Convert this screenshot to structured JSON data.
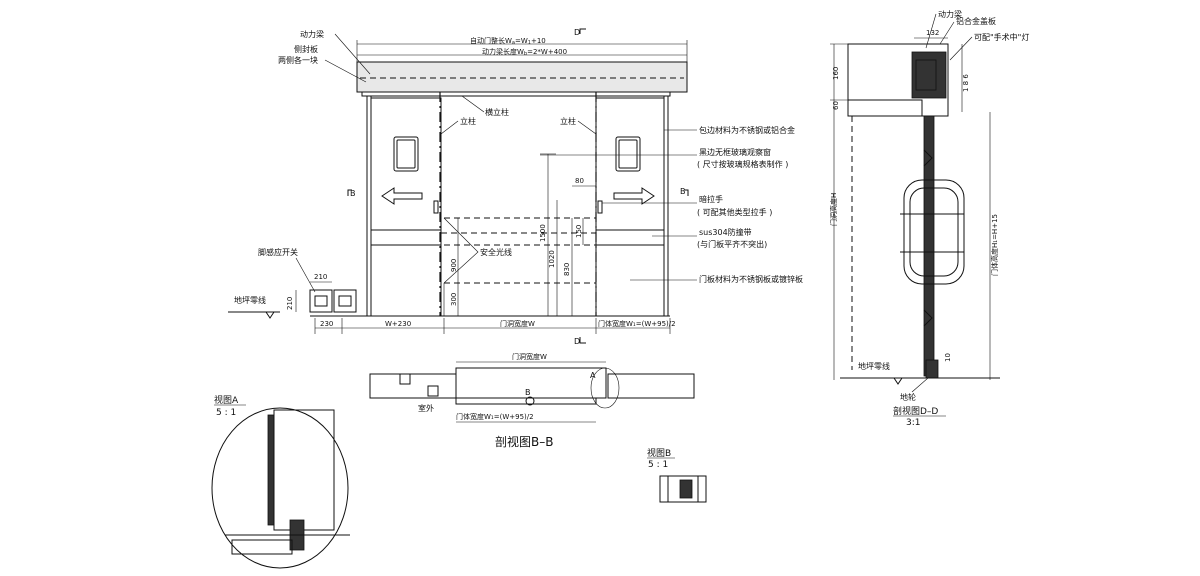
{
  "front_view": {
    "labels": {
      "power_beam": "动力梁",
      "side_cover": "侧封板",
      "side_cover_note": "两侧各一块",
      "auto_door_total_length": "自动门整长W",
      "auto_door_total_length_sub": "a",
      "auto_door_total_length_formula": "=W",
      "auto_door_total_length_sub2": "1",
      "auto_door_total_length_tail": "+10",
      "power_beam_length": "动力梁长度W",
      "power_beam_length_sub": "b",
      "power_beam_length_formula": "=2*W+400",
      "cross_post": "横立柱",
      "post_left": "立柱",
      "post_right": "立柱",
      "section_d_top": "D",
      "section_d_bottom": "D",
      "section_b_left": "B",
      "section_b_right": "B",
      "edge_material": "包边材料为不锈钢或铝合金",
      "window_line1": "黑边无框玻璃观察窗",
      "window_line2": "( 尺寸按玻璃规格表制作 )",
      "handle_line1": "暗拉手",
      "handle_line2": "( 可配其他类型拉手 )",
      "bumper_line1": "sus304防撞带",
      "bumper_line2": "(与门板平齐不突出)",
      "panel_material": "门板材料为不锈钢板或镀锌板",
      "safety_beam": "安全光线",
      "foot_switch": "脚感应开关",
      "floor_line": "地坪零线",
      "dim_1500": "1500",
      "dim_1020": "1020",
      "dim_830": "830",
      "dim_900": "900",
      "dim_300": "300",
      "dim_150": "150",
      "dim_80": "80",
      "dim_210_top": "210",
      "dim_210_side": "210",
      "dim_230": "230",
      "dim_w230": "W+230",
      "dim_opening": "门洞宽度W",
      "dim_door_width": "门体宽度W₁=(W+95)/2"
    }
  },
  "section_bb": {
    "title": "剖视图B–B",
    "opening_width": "门洞宽度W",
    "door_width": "门体宽度W₁=(W+95)/2",
    "outside": "室外",
    "marker_a": "A",
    "marker_b": "B"
  },
  "view_a": {
    "title": "视图A",
    "scale": "5 : 1"
  },
  "view_b": {
    "title": "视图B",
    "scale": "5 : 1"
  },
  "section_dd": {
    "title": "剖视图D–D",
    "scale": "3:1",
    "power_beam": "动力梁",
    "aluminum_cover": "铝合金盖板",
    "light_note": "可配\"手术中\"灯",
    "dim_132": "132",
    "dim_160": "160",
    "dim_60": "60",
    "dim_186": "1 8 6",
    "dim_10": "10",
    "opening_height": "门洞高度H",
    "door_height": "门体高度H₁=H+15",
    "floor_line": "地坪零线",
    "floor_wheel": "地轮"
  }
}
